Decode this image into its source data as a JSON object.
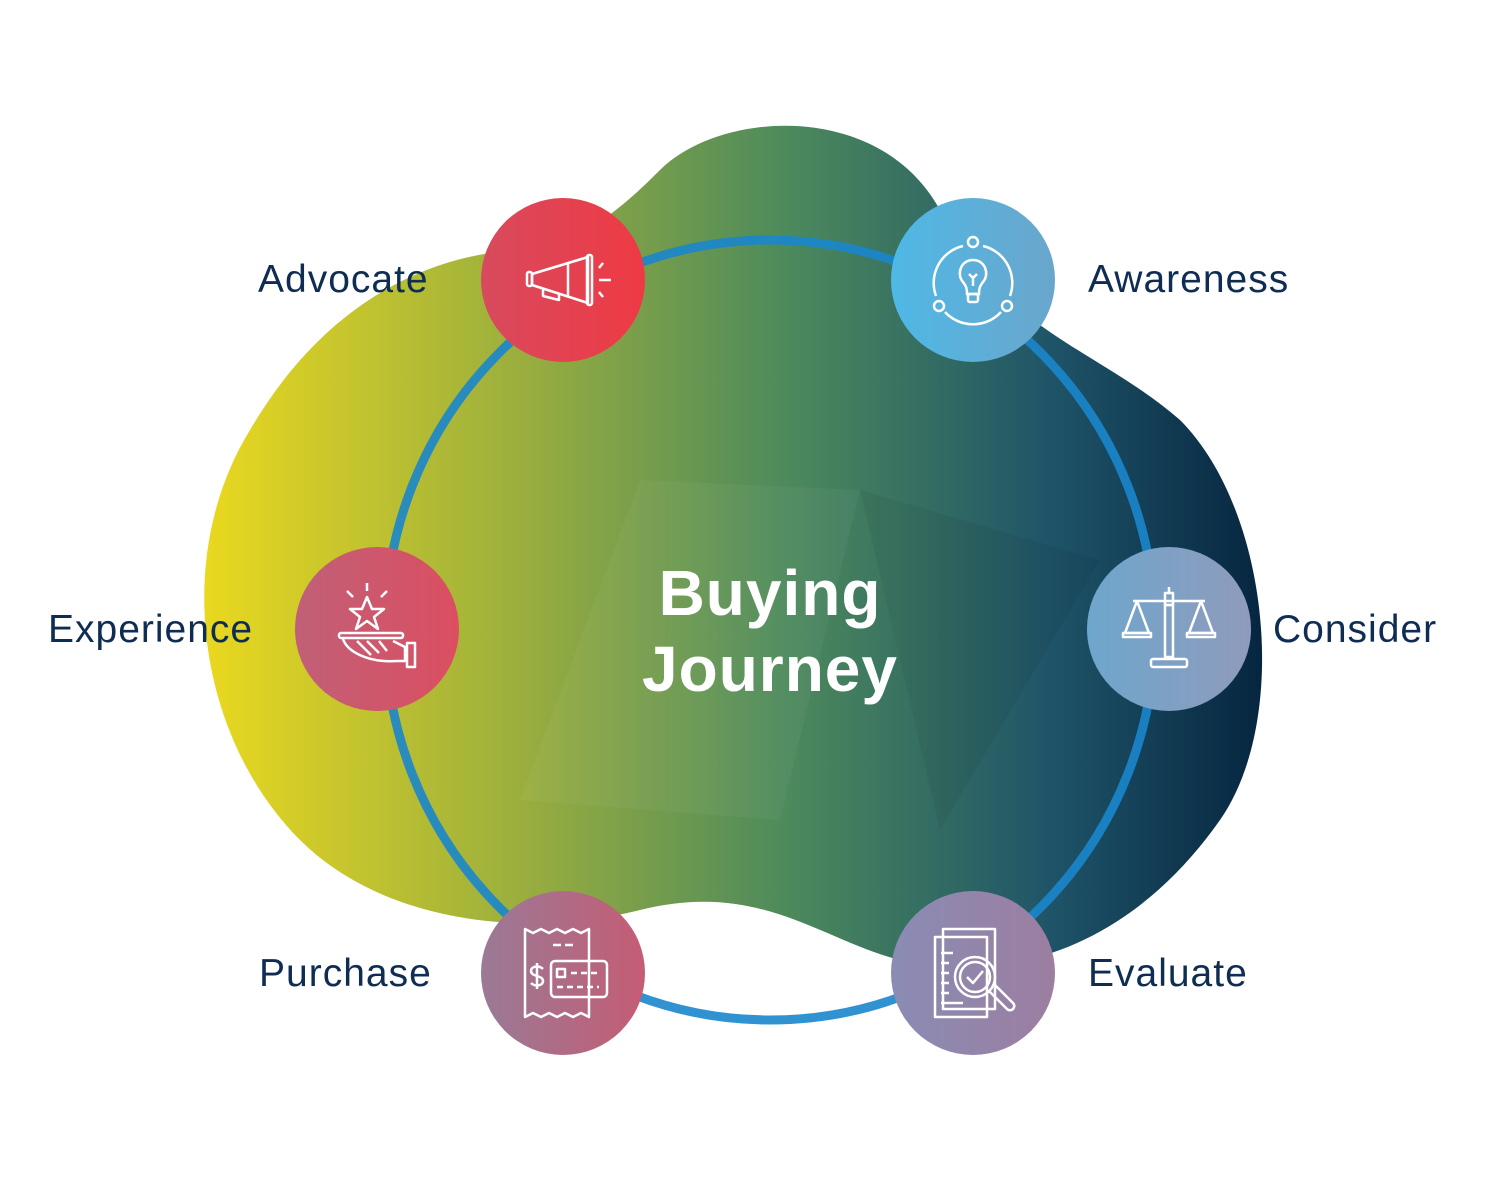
{
  "title_line1": "Buying",
  "title_line2": "Journey",
  "stages": [
    {
      "label": "Advocate",
      "icon": "megaphone-icon",
      "color_from": "#d84a5e",
      "color_to": "#ee3a44"
    },
    {
      "label": "Awareness",
      "icon": "lightbulb-network-icon",
      "color_from": "#4fb8e6",
      "color_to": "#6aa6cc"
    },
    {
      "label": "Experience",
      "icon": "star-hand-icon",
      "color_from": "#c06078",
      "color_to": "#dc4e60"
    },
    {
      "label": "Consider",
      "icon": "scales-icon",
      "color_from": "#6ea6cc",
      "color_to": "#8f9bbc"
    },
    {
      "label": "Purchase",
      "icon": "receipt-icon",
      "color_from": "#9a7a96",
      "color_to": "#c55c74"
    },
    {
      "label": "Evaluate",
      "icon": "document-search-icon",
      "color_from": "#8a8cb4",
      "color_to": "#9c7ea0"
    }
  ],
  "colors": {
    "label": "#0f2d52",
    "ring": "#1a86cc"
  }
}
